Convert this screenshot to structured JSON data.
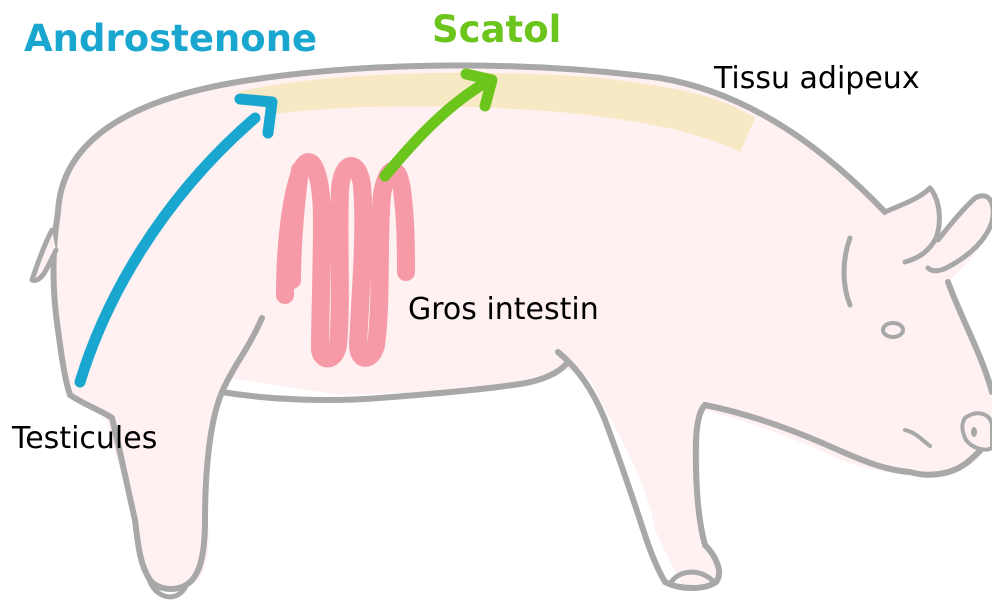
{
  "labels": {
    "androstenone": "Androstenone",
    "scatol": "Scatol",
    "tissu_adipeux": "Tissu adipeux",
    "gros_intestin": "Gros intestin",
    "testicules": "Testicules"
  },
  "colors": {
    "androstenone": "#1aa7cf",
    "scatol": "#6cc51d",
    "fat_layer": "#f7e9c3",
    "intestine": "#f59aa6",
    "pig_body": "#fff0f1",
    "outline": "#a8a8a8"
  },
  "icons": {
    "animal": "pig-icon"
  }
}
